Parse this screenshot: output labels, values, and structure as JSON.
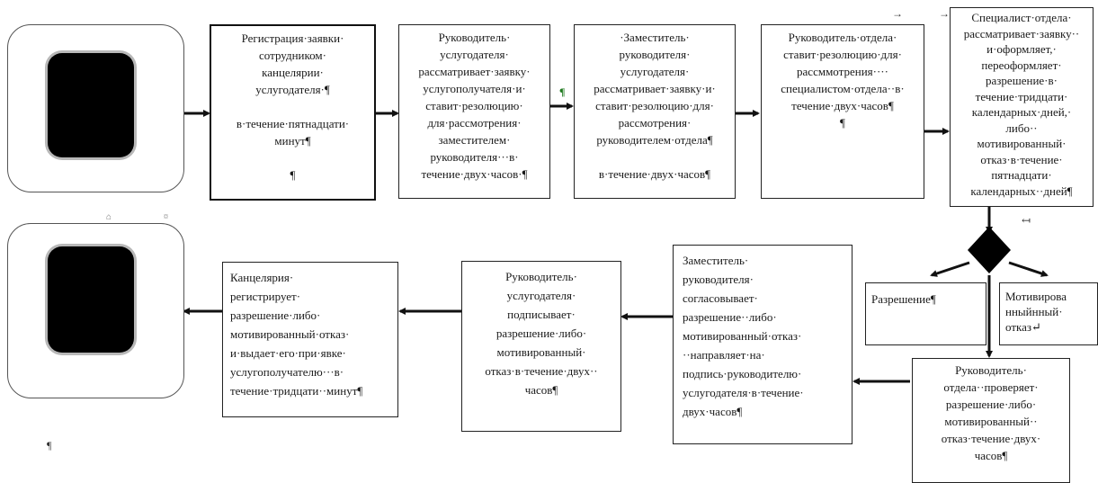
{
  "boxes": {
    "b1": "Регистрация·заявки·\nсотрудником·\nканцелярии·\nуслугодателя·¶\n\nв·течение·пятнадцати·\nминут¶\n\n¶",
    "b2": "Руководитель·\nуслугодателя·\nрассматривает·заявку·\nуслугополучателя·и·\nставит·резолюцию·\nдля·рассмотрения·\nзаместителем·\nруководителя···в·\nтечение·двух·часов·¶",
    "b3": "·Заместитель·\nруководителя·\nуслугодателя·\nрассматривает·заявку·и·\nставит·резолюцию·для·\nрассмотрения·\nруководителем·отдела¶\n\nв·течение·двух·часов¶",
    "b4": "Руководитель·отдела·\nставит·резолюцию·для·\nрассммотрения····\nспециалистом·отдела··в·\nтечение·двух·часов¶\n¶",
    "b5": "Специалист·отдела·\nрассматривает·заявку··\nи·оформляет,·\nпереоформляет·\nразрешение·в·\nтечение·тридцати·\nкалендарных·дней,·\nлибо··\nмотивированный·\nотказ·в·течение·\nпятнадцати·\nкалендарных··дней¶",
    "b6": "Разрешение¶",
    "b7": "Мотивирова\nнныйнный·\nотказ↵",
    "b8": "Руководитель·\nотдела··проверяет·\nразрешение·либо·\nмотивированный··\nотказ·течение·двух·\nчасов¶",
    "b9": "Заместитель·\nруководителя·\nсогласовывает·\nразрешение··либо·\nмотивированный·отказ·\n··направляет·на·\nподпись·руководителю·\nуслугодателя·в·течение·\nдвух·часов¶",
    "b10": "Руководитель·\nуслугодателя·\nподписывает·\nразрешение·либо·\nмотивированный·\nотказ·в·течение·двух··\nчасов¶",
    "b11": "Канцелярия·\nрегистрирует·\nразрешение·либо·\nмотивированный·отказ·\nи·выдает·его·при·явке·\nуслугополучателю···в·\nтечение·тридцати··минут¶"
  },
  "marks": {
    "pilcrow_between": "¶",
    "pilcrow_bottom": "¶",
    "tab_arrow1": "→",
    "tab_arrow2": "→",
    "return_mark": "↤",
    "anchor1": "⌂",
    "anchor2": "¤"
  }
}
